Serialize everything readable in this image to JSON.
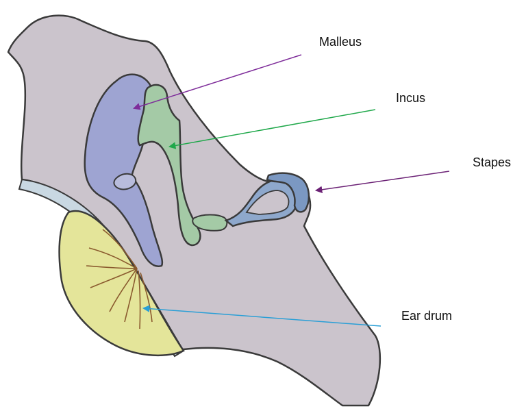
{
  "labels": {
    "malleus": "Malleus",
    "incus": "Incus",
    "stapes": "Stapes",
    "ear_drum": "Ear drum"
  },
  "colors": {
    "background": "#ffffff",
    "tissue": "#cbc4cc",
    "outline": "#3a3a3a",
    "canal_lining": "#c9d8e2",
    "malleus_fill": "#9ea4d2",
    "incus_fill": "#a4caa6",
    "stapes_fill": "#7b98c2",
    "ear_drum_fill": "#e4e59a",
    "ear_drum_lines": "#8a5a2e",
    "arrow_malleus": "#7e2c9a",
    "arrow_incus": "#1fa84a",
    "arrow_stapes": "#6b2175",
    "arrow_ear_drum": "#2a9fd6"
  }
}
